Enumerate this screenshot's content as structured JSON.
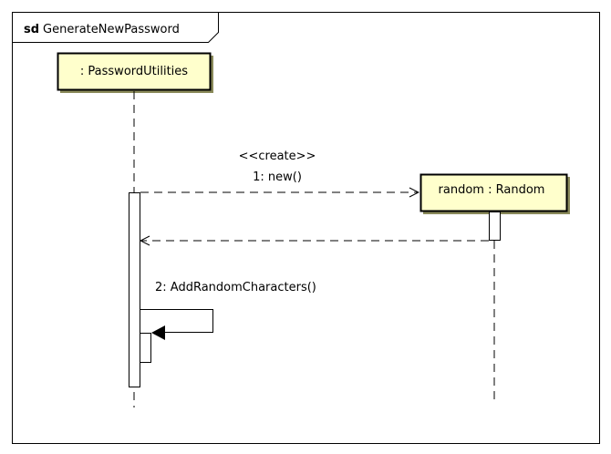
{
  "diagram": {
    "frame": {
      "keyword": "sd",
      "name": "GenerateNewPassword"
    },
    "lifelines": [
      {
        "label": ": PasswordUtilities"
      },
      {
        "label": "random : Random"
      }
    ],
    "messages": [
      {
        "stereotype": "<<create>>",
        "label": "1: new()",
        "kind": "create"
      },
      {
        "label": "",
        "kind": "return"
      },
      {
        "label": "2: AddRandomCharacters()",
        "kind": "self-call"
      }
    ],
    "colors": {
      "lifeline_fill": "#ffffcc",
      "stroke": "#000000",
      "background": "#ffffff"
    }
  }
}
